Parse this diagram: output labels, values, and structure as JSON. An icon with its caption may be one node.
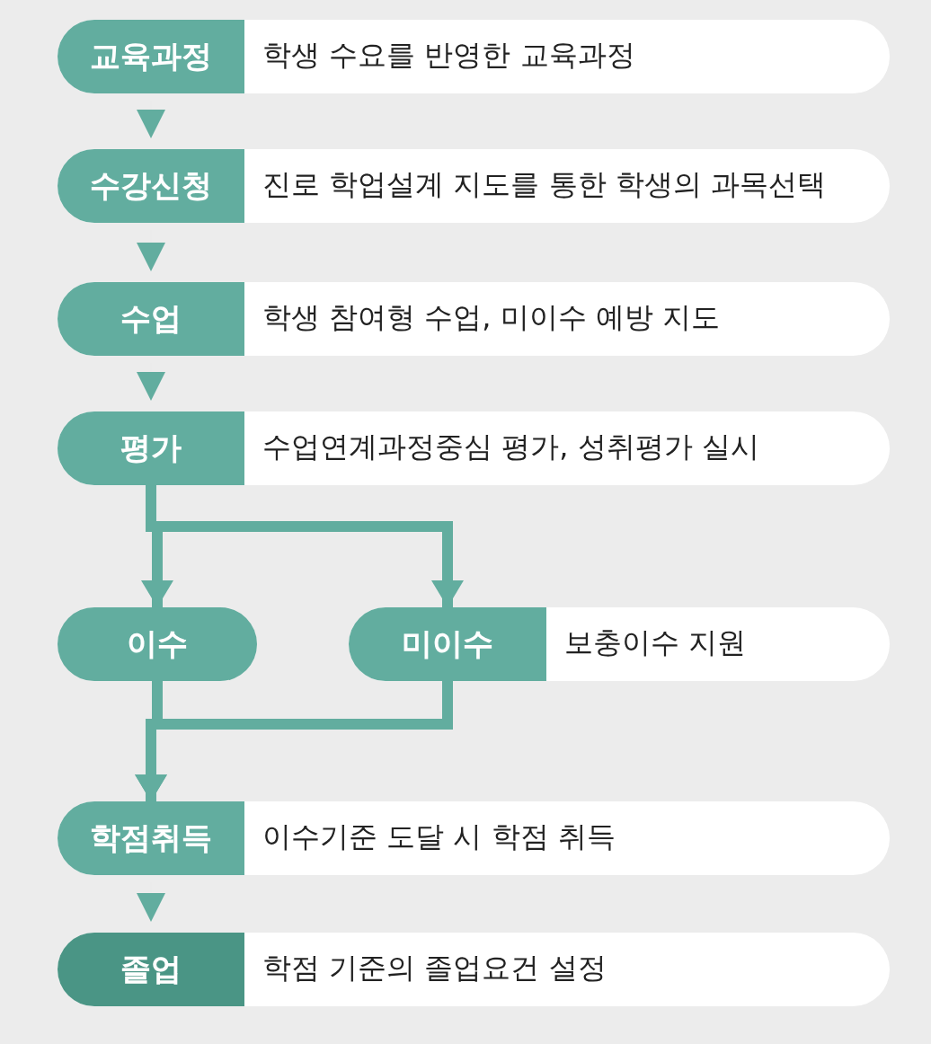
{
  "diagram": {
    "nodes": [
      {
        "text": [
          "교육과정",
          "학생 수요를 반영한 교육과정"
        ]
      },
      {
        "text": [
          "수강신청",
          "진로 학업설계 지도를 통한 학생의 과목선택"
        ]
      },
      {
        "text": [
          "수업",
          "학생 참여형 수업, 미이수 예방 지도"
        ]
      },
      {
        "text": [
          "평가",
          "수업연계과정중심 평가, 성취평가 실시"
        ]
      },
      {
        "text": [
          "이수"
        ]
      },
      {
        "text": [
          "미이수",
          "보충이수 지원"
        ]
      },
      {
        "text": [
          "학점취득",
          "이수기준 도달 시 학점 취득"
        ]
      },
      {
        "text": [
          "졸업",
          "학점 기준의 졸업요건 설정"
        ]
      }
    ],
    "edges": [
      {
        "from": 0,
        "to": 1,
        "arrow": "to"
      },
      {
        "from": 1,
        "to": 2,
        "arrow": "to"
      },
      {
        "from": 2,
        "to": 3,
        "arrow": "to"
      },
      {
        "from": 3,
        "to": 4,
        "arrow": "to",
        "style": "thick"
      },
      {
        "from": 3,
        "to": 5,
        "arrow": "to",
        "style": "thick"
      },
      {
        "from": 4,
        "to": 6,
        "arrow": "to",
        "style": "thick"
      },
      {
        "from": 5,
        "to": 6,
        "arrow": "to",
        "style": "thick"
      },
      {
        "from": 6,
        "to": 7,
        "arrow": "to"
      }
    ]
  }
}
